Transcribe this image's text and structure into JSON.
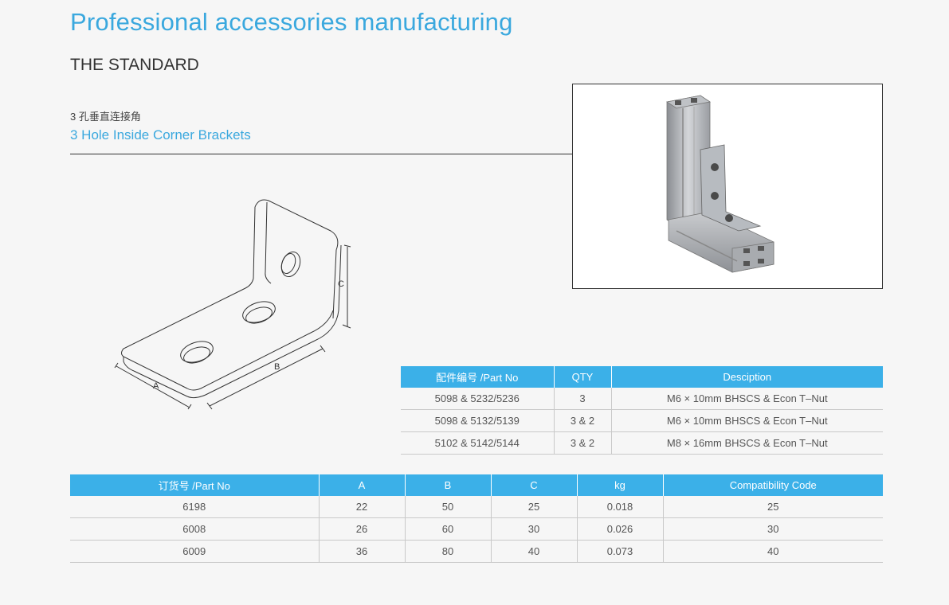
{
  "header": {
    "title": "Professional accessories manufacturing",
    "subtitle": "THE STANDARD"
  },
  "product": {
    "name_cn": "3 孔垂直连接角",
    "name_en": "3 Hole Inside Corner Brackets"
  },
  "drawing": {
    "dim_a": "A",
    "dim_b": "B",
    "dim_c": "C"
  },
  "parts_table": {
    "headers": [
      "配件编号 /Part No",
      "QTY",
      "Desciption"
    ],
    "rows": [
      [
        "5098 & 5232/5236",
        "3",
        "M6 × 10mm BHSCS & Econ T–Nut"
      ],
      [
        "5098 & 5132/5139",
        "3 & 2",
        "M6 × 10mm BHSCS & Econ T–Nut"
      ],
      [
        "5102 & 5142/5144",
        "3 & 2",
        "M8 × 16mm BHSCS & Econ T–Nut"
      ]
    ]
  },
  "spec_table": {
    "headers": [
      "订货号 /Part No",
      "A",
      "B",
      "C",
      "kg",
      "Compatibility Code"
    ],
    "rows": [
      [
        "6198",
        "22",
        "50",
        "25",
        "0.018",
        "25"
      ],
      [
        "6008",
        "26",
        "60",
        "30",
        "0.026",
        "30"
      ],
      [
        "6009",
        "36",
        "80",
        "40",
        "0.073",
        "40"
      ]
    ]
  },
  "colors": {
    "accent": "#3aa8de",
    "table_header": "#3bb0e8",
    "background": "#f6f6f6"
  }
}
